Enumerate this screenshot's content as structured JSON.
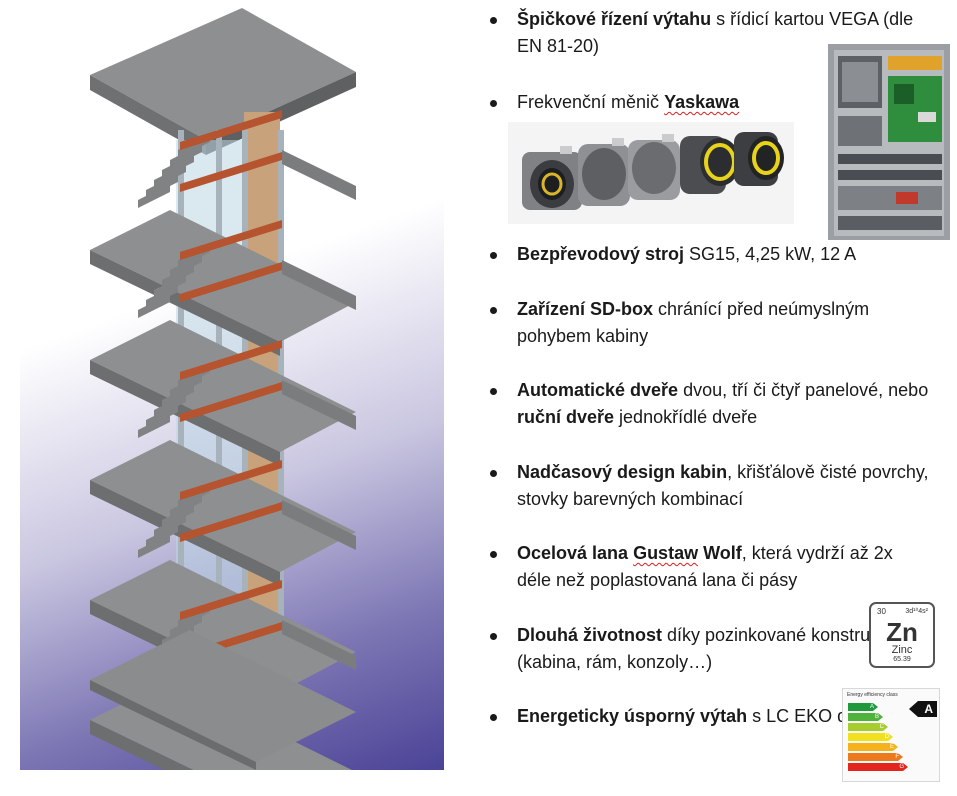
{
  "bullets": [
    {
      "parts": [
        {
          "t": "Špičkové řízení výtahu",
          "b": true
        },
        {
          "t": " s řídicí kartou VEGA (dle EN 81-20)"
        }
      ]
    },
    {
      "parts": [
        {
          "t": "Frekvenční měnič "
        },
        {
          "t": "Yaskawa",
          "b": true,
          "sq": true
        }
      ]
    },
    {
      "parts": [
        {
          "t": "Bezpřevodový stroj",
          "b": true
        },
        {
          "t": " SG15, 4,25 kW, 12 A"
        }
      ]
    },
    {
      "parts": [
        {
          "t": "Zařízení SD-box",
          "b": true
        },
        {
          "t": " chránící před neúmyslným pohybem kabiny"
        }
      ]
    },
    {
      "parts": [
        {
          "t": "Automatické dveře",
          "b": true
        },
        {
          "t": " dvou, tří či čtyř panelové, nebo "
        },
        {
          "t": "ruční dveře",
          "b": true
        },
        {
          "t": " jednokřídlé dveře"
        }
      ]
    },
    {
      "parts": [
        {
          "t": "Nadčasový design kabin",
          "b": true
        },
        {
          "t": ", křišťálově čisté povrchy, stovky barevných kombinací"
        }
      ]
    },
    {
      "parts": [
        {
          "t": "Ocelová lana ",
          "b": true
        },
        {
          "t": "Gustaw",
          "b": true,
          "sq": true
        },
        {
          "t": " Wolf",
          "b": true
        },
        {
          "t": ", která vydrží až 2x déle než poplastovaná lana či pásy"
        }
      ]
    },
    {
      "parts": [
        {
          "t": "Dlouhá životnost",
          "b": true
        },
        {
          "t": " díky pozinkované konstrukci (kabina, rám, konzoly…)"
        }
      ]
    },
    {
      "parts": [
        {
          "t": "Energeticky úsporný výtah",
          "b": true
        },
        {
          "t": " s LC EKO drive"
        }
      ]
    }
  ],
  "zinc": {
    "number": "30",
    "config": "3d¹⁰4s²",
    "symbol": "Zn",
    "name": "Zinc",
    "mass": "65.39"
  },
  "energy_label": {
    "title": "Energy efficiency class",
    "classes": [
      "A",
      "B",
      "C",
      "D",
      "E",
      "F",
      "G"
    ],
    "colors": [
      "#1e9a3c",
      "#4fb23a",
      "#a6cc2e",
      "#f0e01e",
      "#f5b21a",
      "#ec7a1c",
      "#e2261e"
    ],
    "rating": "A"
  },
  "colors": {
    "beam": "#b5542e",
    "concrete": "#8e8f91",
    "panel": "#c7a27a",
    "glass": "#bcd6e4"
  }
}
